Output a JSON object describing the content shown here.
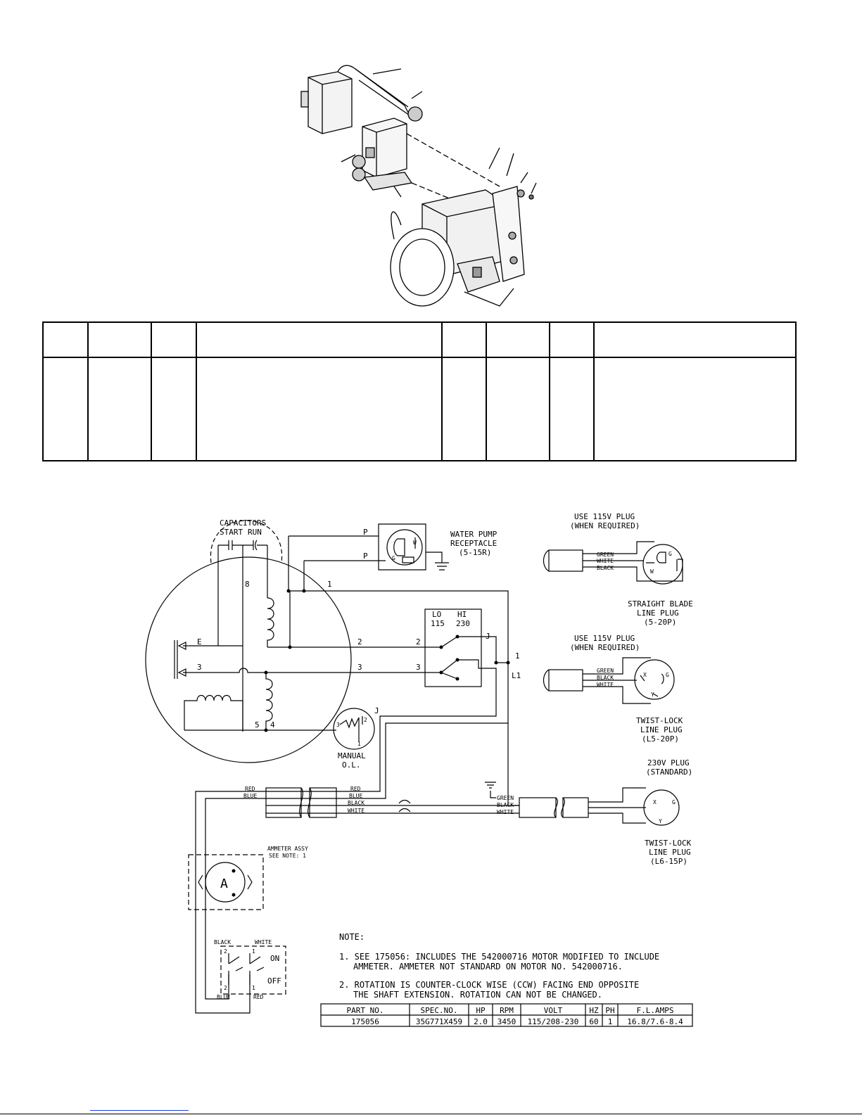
{
  "capacitors": {
    "title": "CAPACITORS",
    "start": "START",
    "run": "RUN"
  },
  "motor_terminals": {
    "t8": "8",
    "t1": "1",
    "t2a": "2",
    "t2b": "2",
    "t3a": "3",
    "t3b": "3",
    "t3c": "3",
    "tE": "E",
    "t5": "5",
    "t4": "4",
    "tJ1": "J",
    "tJ2": "J",
    "tP1": "P",
    "tP2": "P",
    "t1b": "1",
    "tL1": "L1"
  },
  "switch": {
    "lo": "LO",
    "hi": "HI",
    "v115": "115",
    "v230": "230"
  },
  "receptacle": {
    "line1": "WATER PUMP",
    "line2": "RECEPTACLE",
    "line3": "(5-15R)",
    "w": "W",
    "g": "G"
  },
  "overload": {
    "line1": "MANUAL",
    "line2": "O.L.",
    "p1": "1",
    "p2": "2",
    "p3": "3"
  },
  "plug115a": {
    "head1": "USE 115V PLUG",
    "head2": "(WHEN REQUIRED)",
    "wires": [
      "GREEN",
      "WHITE",
      "BLACK"
    ],
    "g": "G",
    "w": "W",
    "cap1": "STRAIGHT BLADE",
    "cap2": "LINE PLUG",
    "cap3": "(5-20P)"
  },
  "plug115b": {
    "head1": "USE 115V PLUG",
    "head2": "(WHEN REQUIRED)",
    "wires": [
      "GREEN",
      "BLACK",
      "WHITE"
    ],
    "x": "X",
    "y": "Y",
    "g": "G",
    "cap1": "TWIST-LOCK",
    "cap2": "LINE PLUG",
    "cap3": "(L5-20P)"
  },
  "plug230": {
    "head1": "230V PLUG",
    "head2": "(STANDARD)",
    "wires": [
      "GREEN",
      "BLACK",
      "WHITE"
    ],
    "x": "X",
    "y": "Y",
    "g": "G",
    "cap1": "TWIST-LOCK",
    "cap2": "LINE PLUG",
    "cap3": "(L6-15P)"
  },
  "cable_left": {
    "wires": [
      "RED",
      "BLUE"
    ]
  },
  "cable_mid": {
    "wires": [
      "RED",
      "BLUE",
      "BLACK",
      "WHITE"
    ]
  },
  "ammeter": {
    "line1": "AMMETER ASSY",
    "line2": "SEE NOTE: 1",
    "symbol": "A"
  },
  "toggle": {
    "black": "BLACK",
    "white": "WHITE",
    "blue": "BLUE",
    "red": "RED",
    "on": "ON",
    "off": "OFF",
    "n2a": "2",
    "n1a": "1",
    "n2b": "2",
    "n1b": "1"
  },
  "notes": {
    "heading": "NOTE:",
    "n1a": "1.   SEE 175056: INCLUDES THE 542000716 MOTOR MODIFIED TO INCLUDE",
    "n1b": "AMMETER. AMMETER NOT STANDARD ON MOTOR NO. 542000716.",
    "n2a": "2. ROTATION IS COUNTER-CLOCK WISE (CCW) FACING END OPPOSITE",
    "n2b": "THE SHAFT EXTENSION. ROTATION CAN NOT BE CHANGED."
  },
  "spec_table": {
    "headers": [
      "PART NO.",
      "SPEC.NO.",
      "HP",
      "RPM",
      "VOLT",
      "HZ",
      "PH",
      "F.L.AMPS"
    ],
    "row": [
      "175056",
      "35G771X459",
      "2.0",
      "3450",
      "115/208-230",
      "60",
      "1",
      "16.8/7.6-8.4"
    ]
  }
}
